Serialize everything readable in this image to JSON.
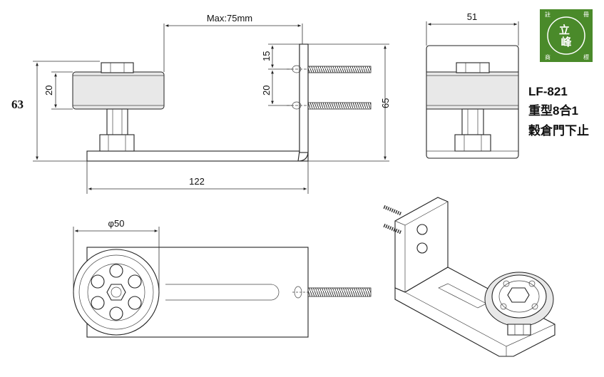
{
  "dimensions": {
    "max_travel": "Max:75mm",
    "height_total": "63",
    "wheel_thickness": "20",
    "screw_spacing_top": "15",
    "screw_spacing_mid": "20",
    "bracket_height": "65",
    "base_length": "122",
    "side_width": "51",
    "wheel_diameter": "φ50"
  },
  "product": {
    "model": "LF-821",
    "line2": "重型8合1",
    "line3": "穀倉門下止"
  },
  "logo": {
    "center_text": "立峰",
    "corner_tl": "註",
    "corner_tr": "冊",
    "corner_bl": "商",
    "corner_br": "標",
    "color": "#4a8a2a"
  },
  "colors": {
    "line": "#222222",
    "shade": "#e8e8e8"
  }
}
